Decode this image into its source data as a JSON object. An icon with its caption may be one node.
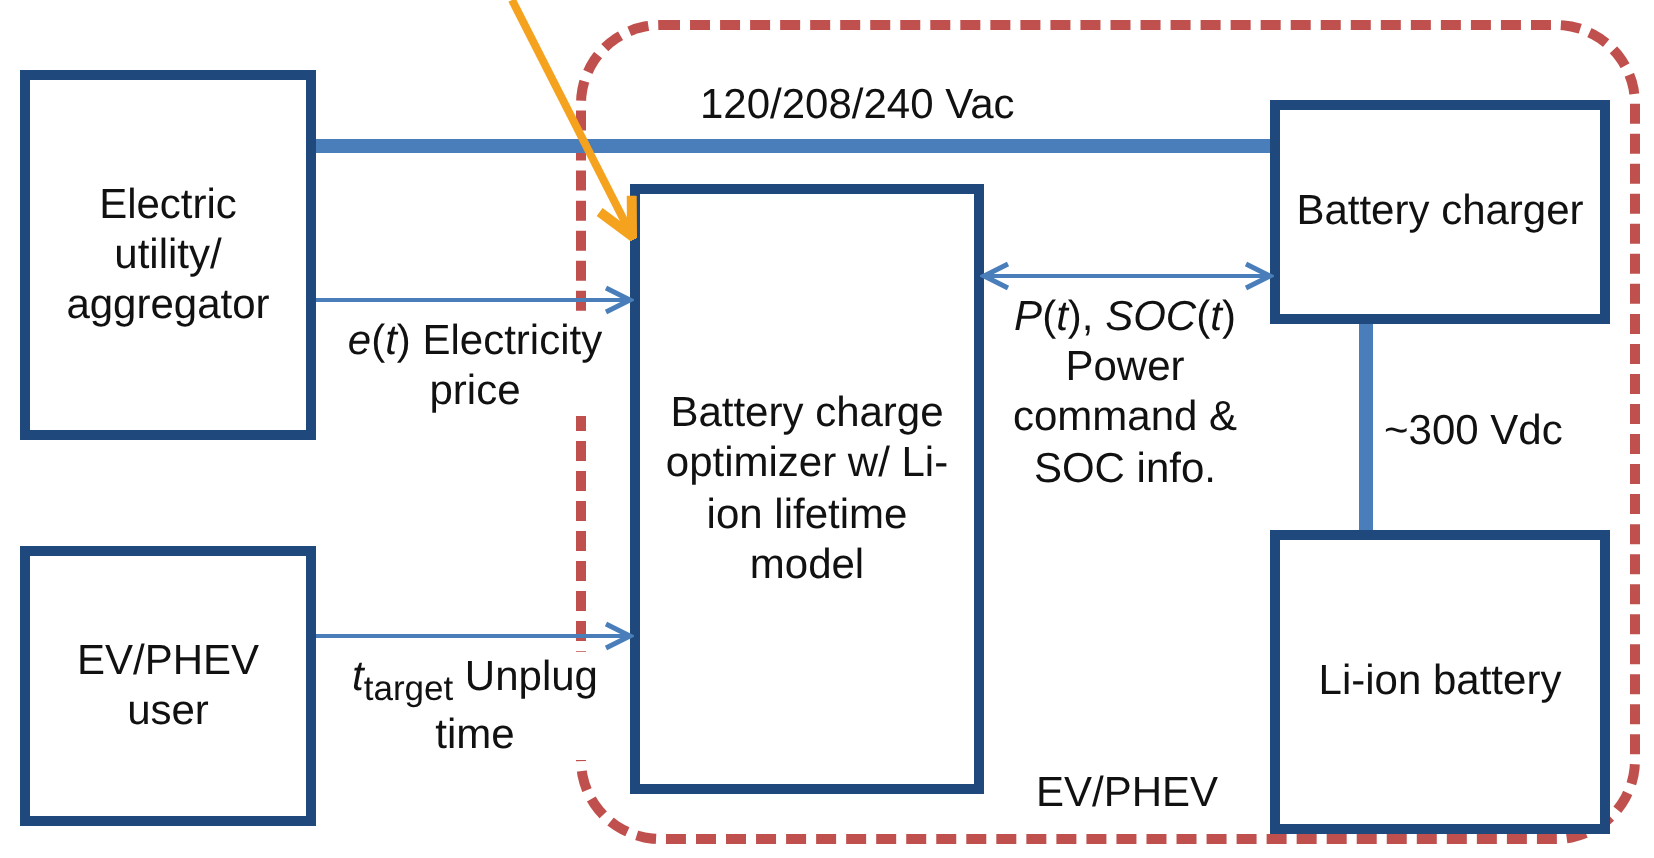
{
  "diagram": {
    "nodes": [
      {
        "text": [
          "Electric utility/ aggregator"
        ]
      },
      {
        "text": [
          "EV/PHEV user"
        ]
      },
      {
        "text": [
          "EV/PHEV"
        ]
      },
      {
        "text": [
          "Battery charge optimizer w/ Li-ion lifetime model"
        ],
        "in": 2
      },
      {
        "text": [
          "Battery charger"
        ],
        "in": 2
      },
      {
        "text": [
          "Li-ion battery"
        ],
        "in": 2
      }
    ],
    "edges": [
      {
        "from": 0,
        "to": 4,
        "arrow": "none",
        "label": "120/208/240 Vac",
        "style": "thick"
      },
      {
        "from": 0,
        "to": 3,
        "arrow": "to",
        "label": "*e*(*t*) Electricity price"
      },
      {
        "from": 1,
        "to": 3,
        "arrow": "to",
        "label": "*t*$_{target}$ Unplug time"
      },
      {
        "from": 3,
        "to": 4,
        "arrow": "both",
        "label": "*P*(*t*), *SOC*(*t*) Power command & SOC info."
      },
      {
        "from": 4,
        "to": 5,
        "arrow": "none",
        "label": "~300 Vdc",
        "style": "thick"
      },
      {
        "from": null,
        "to": 3,
        "arrow": "to",
        "style": "thick",
        "color": "#f5a21e"
      }
    ]
  }
}
